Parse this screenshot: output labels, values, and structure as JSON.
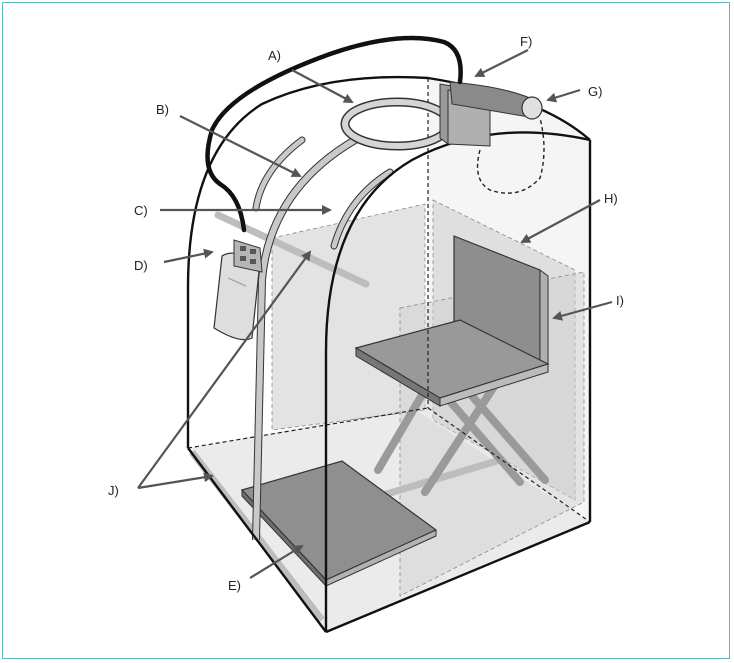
{
  "figure": {
    "frame_color": "#5bb7c0",
    "line_color": "#111111",
    "shade_light": "#e4e4e4",
    "shade_mid": "#bdbdbd",
    "shade_dark": "#8a8a8a",
    "labels": {
      "A": "A)",
      "B": "B)",
      "C": "C)",
      "D": "D)",
      "E": "E)",
      "F": "F)",
      "G": "G)",
      "H": "H)",
      "I": "I)",
      "J": "J)"
    }
  }
}
